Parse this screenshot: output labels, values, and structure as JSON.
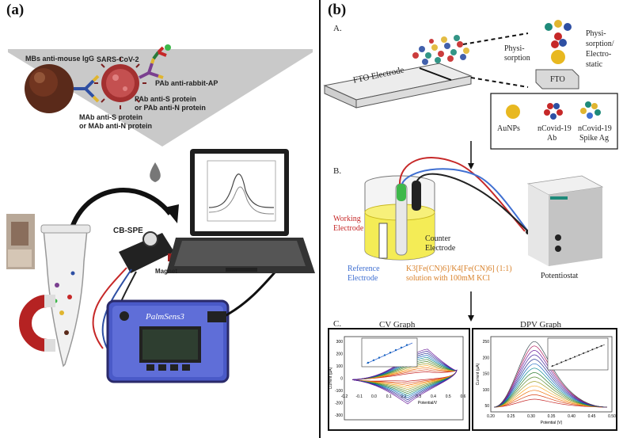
{
  "panel_a": {
    "label": "(a)",
    "mbs_label": "MBs anti-mouse IgG",
    "virus_label": "SARS-CoV-2",
    "pab_ap_label": "PAb anti-rabbit-AP",
    "pab_s_label_1": "PAb anti-S protein",
    "pab_s_label_2": "or PAb anti-N protein",
    "mab_label_1": "MAb anti-S protein",
    "mab_label_2": "or MAb anti-N protein",
    "spe_label": "CB-SPE",
    "magnet_label": "Magnet",
    "device_brand": "PalmSens3",
    "colors": {
      "particle": "#5a2a1a",
      "virus": "#9c2b2b",
      "ab_blue": "#2e4fa3",
      "ab_yellow": "#e0b530",
      "ab_purple": "#7a3f8f",
      "magnet": "#b52222",
      "device": "#4a5ac8"
    }
  },
  "panel_b": {
    "label": "(b)",
    "section_a": "A.",
    "fto_electrode_label": "FTO Electrode",
    "physisorption_label_1": "Physi-",
    "physisorption_label_2": "sorption",
    "physi_electro_1": "Physi-",
    "physi_electro_2": "sorption/",
    "physi_electro_3": "Electro-",
    "physi_electro_4": "static",
    "fto_box_label": "FTO",
    "legend": {
      "aunps": "AuNPs",
      "ncovid_ab_1": "nCovid-19",
      "ncovid_ab_2": "Ab",
      "ncovid_ag_1": "nCovid-19",
      "ncovid_ag_2": "Spike Ag"
    },
    "section_b": "B.",
    "working_1": "Working",
    "working_2": "Electrode",
    "counter_1": "Counter",
    "counter_2": "Electrode",
    "reference_1": "Reference",
    "reference_2": "Electrode",
    "solution_1": "K3[Fe(CN)6]/K4[Fe(CN)6] (1:1)",
    "solution_2": "solution with 100mM KCl",
    "potentiostat_label": "Potentiostat",
    "section_c": "C.",
    "cv_title": "CV Graph",
    "dpv_title": "DPV Graph",
    "cv_xlabel": "Potential/V",
    "cv_ylabel": "Current (µA)",
    "dpv_xlabel": "Potential (V)",
    "dpv_ylabel": "Current (µA)",
    "cv_xticks": [
      "-0.2",
      "-0.1",
      "0.0",
      "0.1",
      "0.2",
      "0.3",
      "0.4",
      "0.5",
      "0.6"
    ],
    "cv_yticks": [
      "300",
      "200",
      "100",
      "0",
      "-100",
      "-200",
      "-300"
    ],
    "dpv_xticks": [
      "0.20",
      "0.25",
      "0.30",
      "0.35",
      "0.40",
      "0.45",
      "0.50"
    ],
    "dpv_yticks": [
      "250",
      "200",
      "150",
      "100",
      "50"
    ],
    "colors": {
      "red": "#c62828",
      "blue": "#3f6fd1",
      "orange": "#d9822b",
      "purple": "#7b3fa0",
      "gold": "#e8b820",
      "solution": "#f3ea3a"
    }
  }
}
